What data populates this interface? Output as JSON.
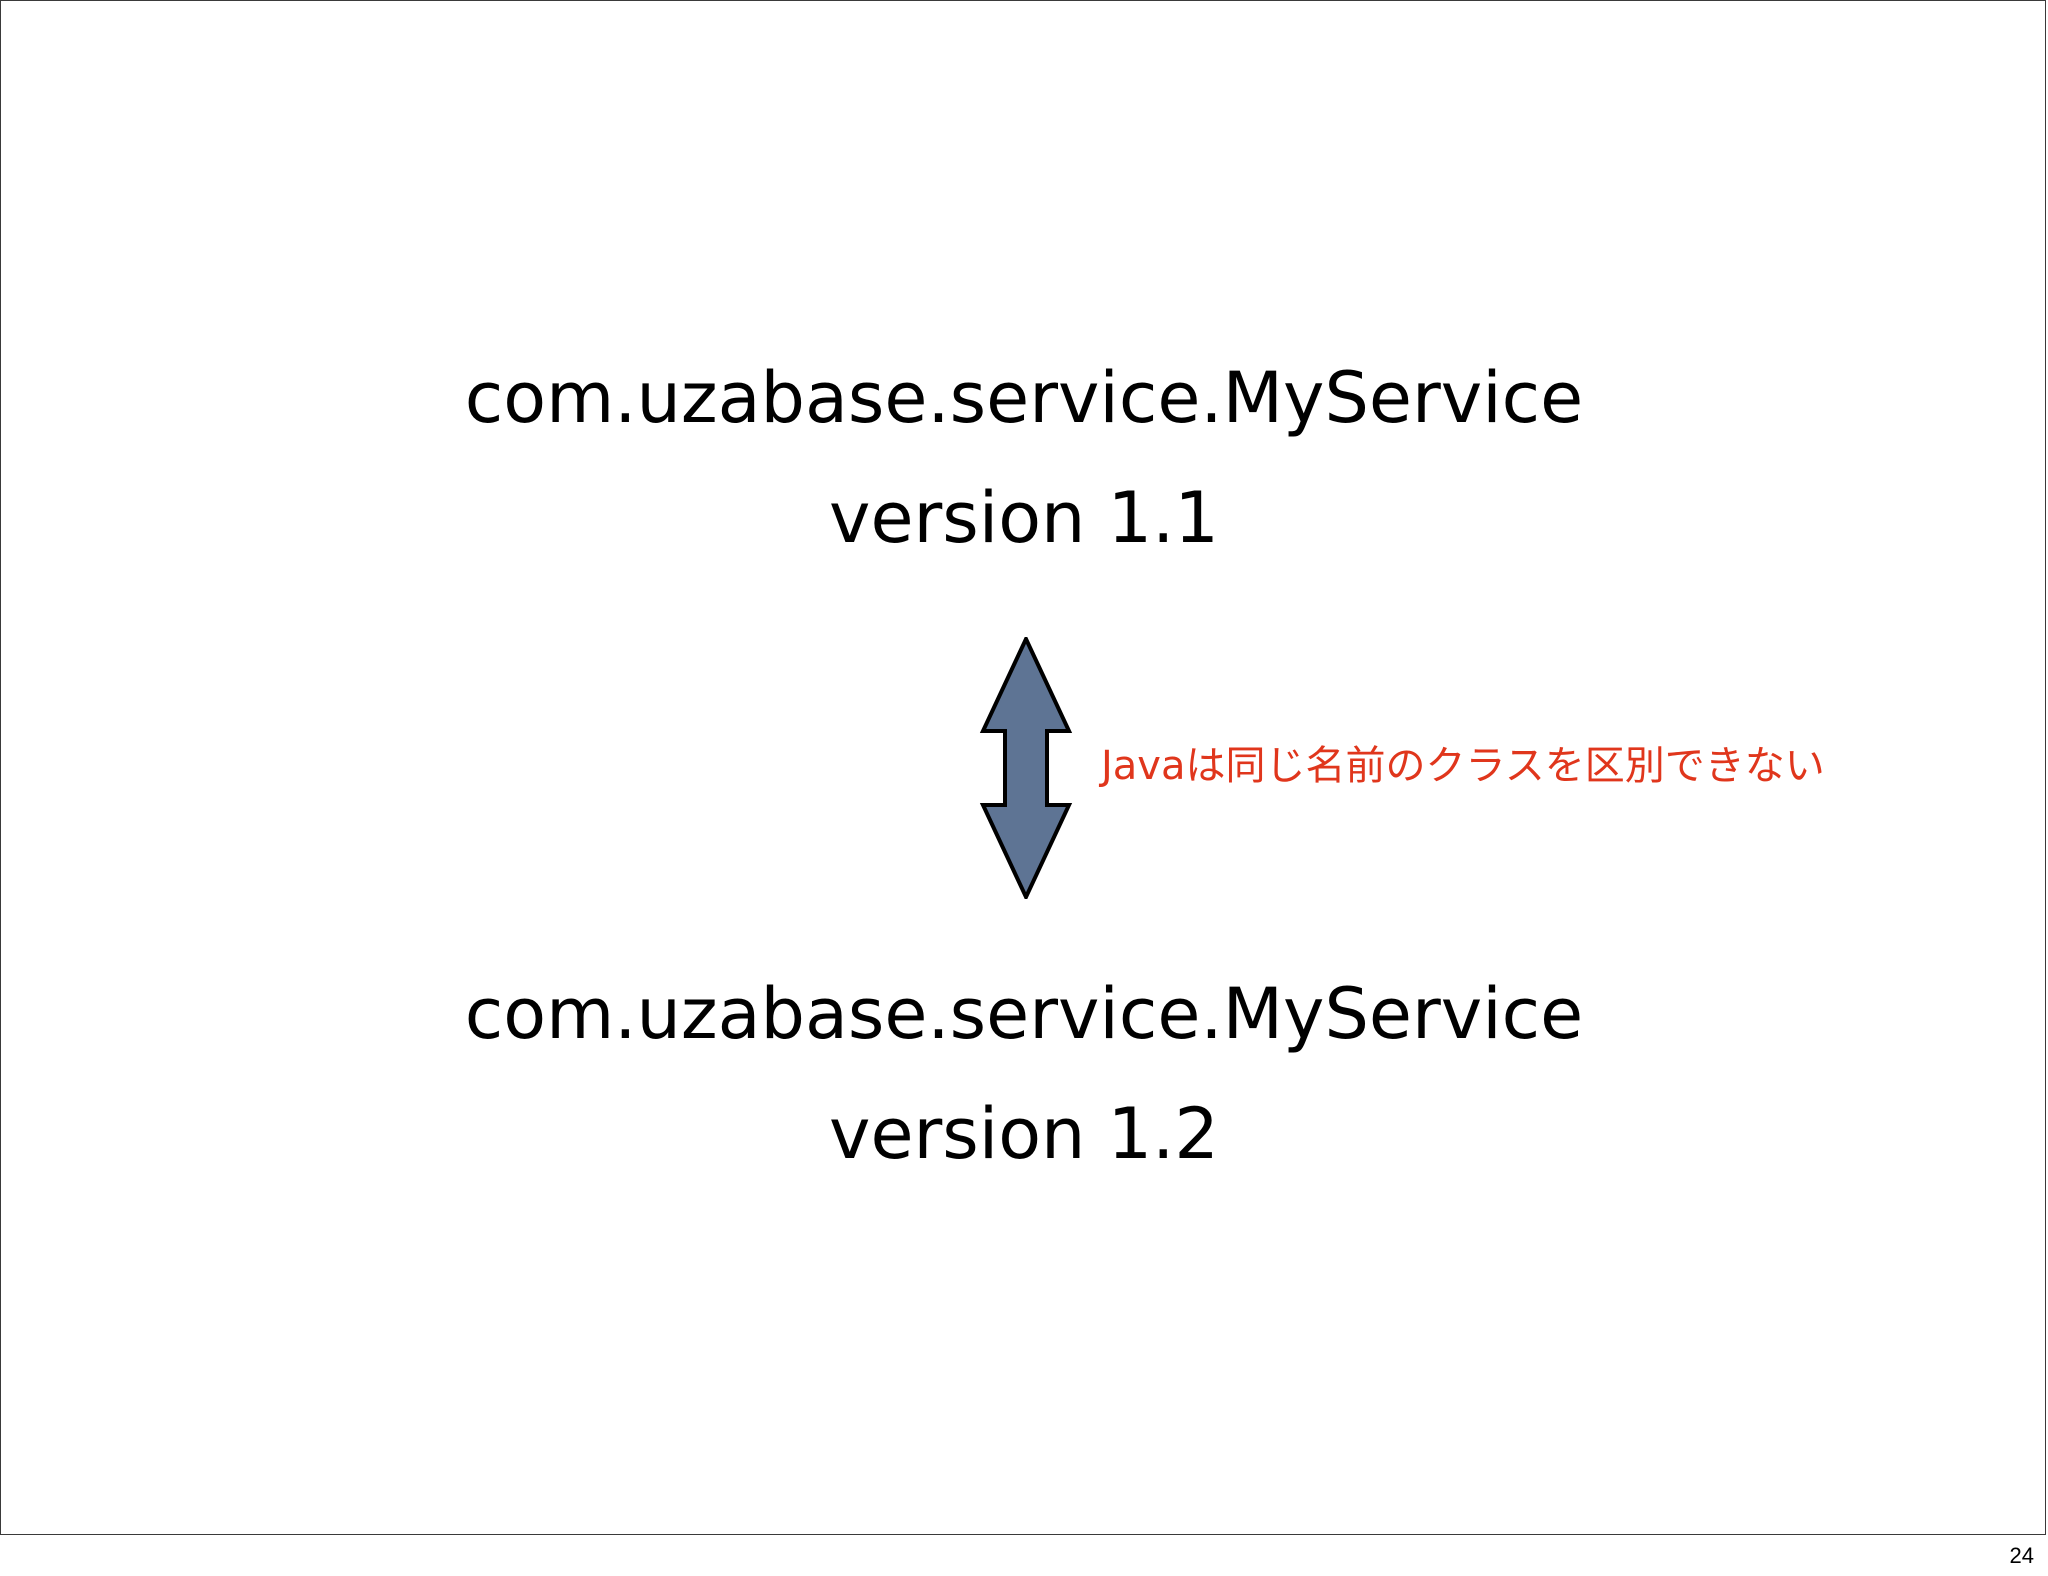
{
  "slide": {
    "top_class_name": "com.uzabase.service.MyService",
    "top_version": "version 1.1",
    "bottom_class_name": "com.uzabase.service.MyService",
    "bottom_version": "version 1.2",
    "note": "Javaは同じ名前のクラスを区別できない",
    "page_number": "24"
  },
  "colors": {
    "arrow_fill": "#5e7494",
    "note_text": "#e0361c"
  },
  "icons": {
    "arrow": "double-headed-vertical-arrow"
  }
}
